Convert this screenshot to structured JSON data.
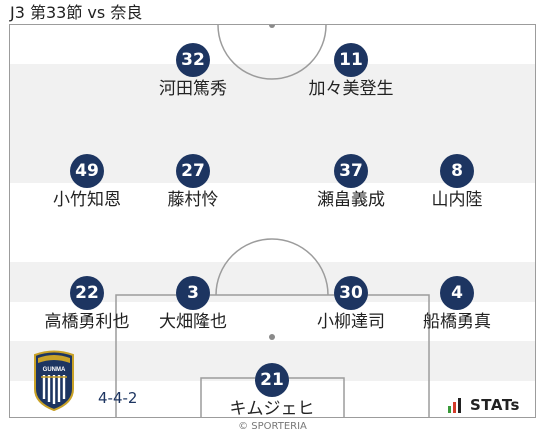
{
  "header": {
    "title": "J3 第33節 vs 奈良"
  },
  "colors": {
    "number_badge": "#1d3561",
    "stripe": "#f1f1f1",
    "pitch_line": "#9c9c9c"
  },
  "players": [
    {
      "number": "32",
      "name": "河田篤秀"
    },
    {
      "number": "11",
      "name": "加々美登生"
    },
    {
      "number": "49",
      "name": "小竹知恩"
    },
    {
      "number": "27",
      "name": "藤村怜"
    },
    {
      "number": "37",
      "name": "瀬畠義成"
    },
    {
      "number": "8",
      "name": "山内陸"
    },
    {
      "number": "22",
      "name": "高橋勇利也"
    },
    {
      "number": "3",
      "name": "大畑隆也"
    },
    {
      "number": "30",
      "name": "小柳達司"
    },
    {
      "number": "4",
      "name": "船橋勇真"
    },
    {
      "number": "21",
      "name": "キムジェヒ"
    }
  ],
  "formation": "4-4-2",
  "team_logo": {
    "icon": "gunma-crest-icon",
    "text": "GUNMA"
  },
  "stats_logo": {
    "icon": "stats-bars-icon",
    "text": "STATs"
  },
  "copyright": "© SPORTERIA"
}
